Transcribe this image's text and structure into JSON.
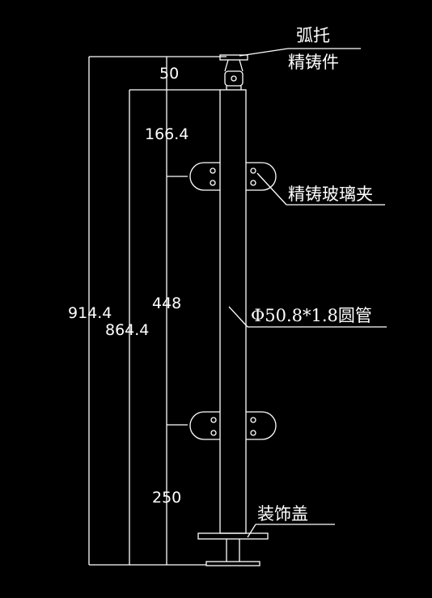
{
  "drawing": {
    "dimensions": {
      "top": "50",
      "upper": "166.4",
      "middle": "448",
      "bottom": "250",
      "overall_total": "914.4",
      "overall_tube": "864.4"
    },
    "labels": {
      "bracket_line1": "弧托",
      "bracket_line2": "精铸件",
      "glass_clamp": "精铸玻璃夹",
      "tube_spec": "Φ50.8*1.8圆管",
      "decor_cover": "装饰盖"
    },
    "colors": {
      "background": "#000000",
      "line": "#ffffff"
    }
  }
}
